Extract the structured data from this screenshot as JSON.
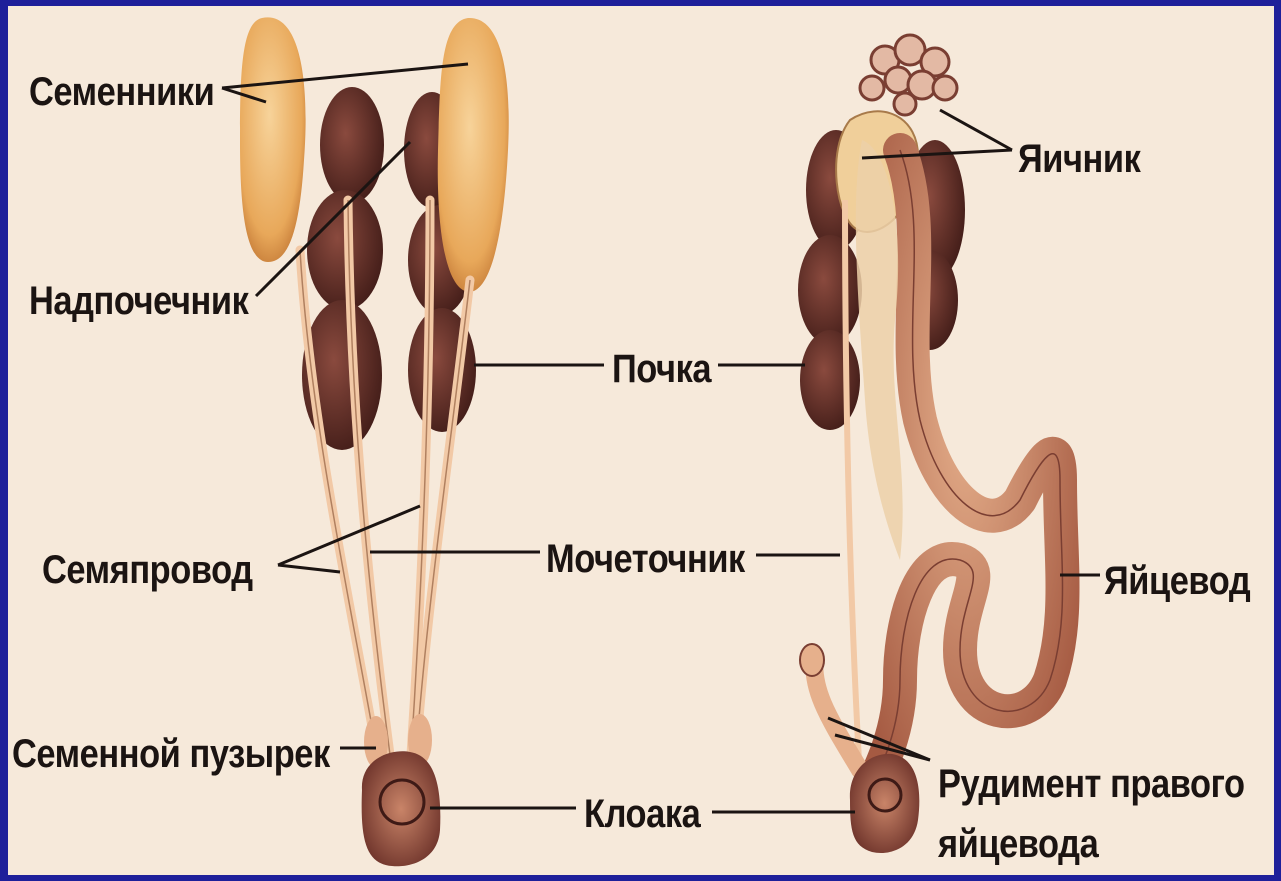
{
  "labels": {
    "testes": "Семенники",
    "adrenal": "Надпочечник",
    "kidney": "Почка",
    "vas_deferens": "Семяпровод",
    "ureter": "Мочеточник",
    "seminal_vesicle": "Семенной пузырек",
    "cloaca": "Клоака",
    "ovary": "Яичник",
    "oviduct": "Яйцевод",
    "rudiment_line1": "Рудимент правого",
    "rudiment_line2": "яйцевода"
  },
  "colors": {
    "frame_border": "#1e1f9a",
    "background": "#f6e9da",
    "testis": "#e8a85a",
    "kidney": "#5a2a24",
    "duct": "#f2c9a6",
    "oviduct": "#c98468",
    "ovary": "#f0cf9a",
    "leader_line": "#1b1412"
  }
}
